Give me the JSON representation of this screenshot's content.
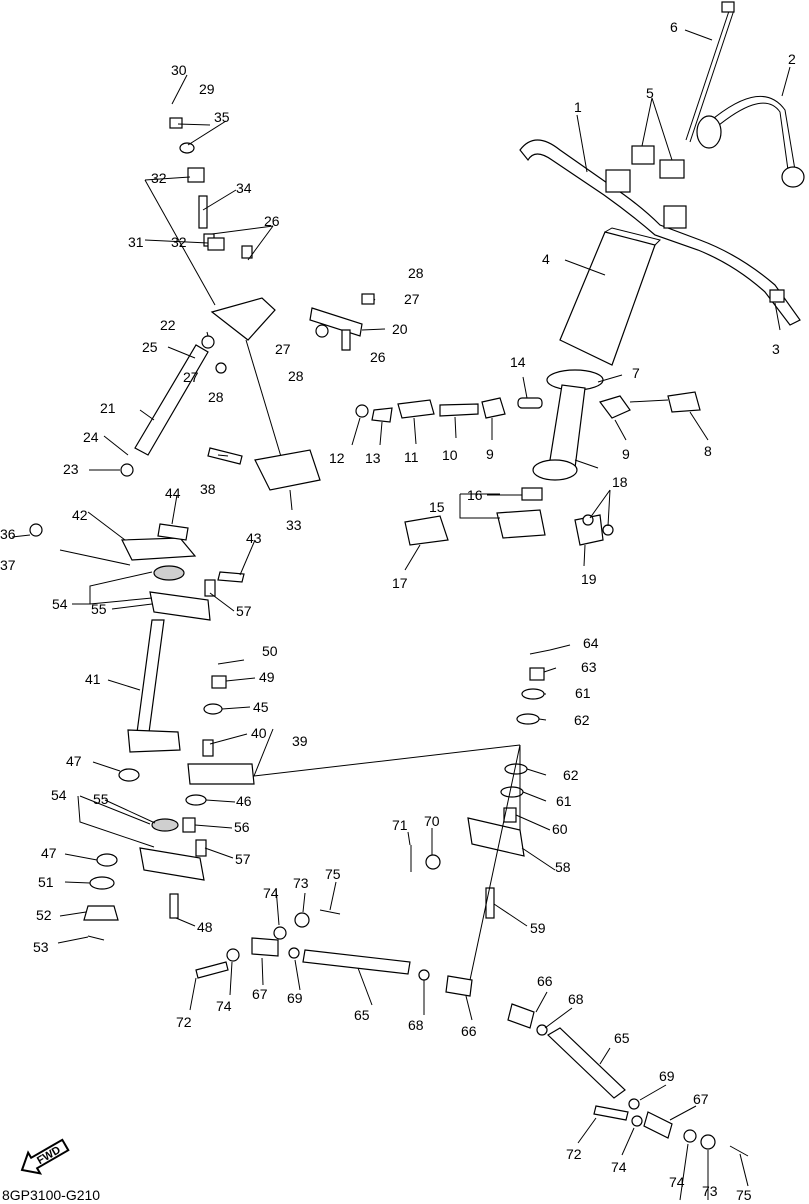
{
  "diagram": {
    "code": "8GP3100-G210",
    "fwd_label": "FWD",
    "labels": [
      {
        "id": "l1",
        "text": "1"
      },
      {
        "id": "l2",
        "text": "2"
      },
      {
        "id": "l3",
        "text": "3"
      },
      {
        "id": "l4",
        "text": "4"
      },
      {
        "id": "l5",
        "text": "5"
      },
      {
        "id": "l6",
        "text": "6"
      },
      {
        "id": "l7",
        "text": "7"
      },
      {
        "id": "l8",
        "text": "8"
      },
      {
        "id": "l9a",
        "text": "9"
      },
      {
        "id": "l9b",
        "text": "9"
      },
      {
        "id": "l10",
        "text": "10"
      },
      {
        "id": "l11",
        "text": "11"
      },
      {
        "id": "l12",
        "text": "12"
      },
      {
        "id": "l13",
        "text": "13"
      },
      {
        "id": "l14",
        "text": "14"
      },
      {
        "id": "l15",
        "text": "15"
      },
      {
        "id": "l16",
        "text": "16"
      },
      {
        "id": "l17",
        "text": "17"
      },
      {
        "id": "l18",
        "text": "18"
      },
      {
        "id": "l19",
        "text": "19"
      },
      {
        "id": "l20",
        "text": "20"
      },
      {
        "id": "l21",
        "text": "21"
      },
      {
        "id": "l22",
        "text": "22"
      },
      {
        "id": "l23",
        "text": "23"
      },
      {
        "id": "l24",
        "text": "24"
      },
      {
        "id": "l25",
        "text": "25"
      },
      {
        "id": "l26a",
        "text": "26"
      },
      {
        "id": "l26b",
        "text": "26"
      },
      {
        "id": "l27a",
        "text": "27"
      },
      {
        "id": "l27b",
        "text": "27"
      },
      {
        "id": "l27c",
        "text": "27"
      },
      {
        "id": "l28a",
        "text": "28"
      },
      {
        "id": "l28b",
        "text": "28"
      },
      {
        "id": "l28c",
        "text": "28"
      },
      {
        "id": "l29",
        "text": "29"
      },
      {
        "id": "l30",
        "text": "30"
      },
      {
        "id": "l31",
        "text": "31"
      },
      {
        "id": "l32a",
        "text": "32"
      },
      {
        "id": "l32b",
        "text": "32"
      },
      {
        "id": "l33",
        "text": "33"
      },
      {
        "id": "l34",
        "text": "34"
      },
      {
        "id": "l35",
        "text": "35"
      },
      {
        "id": "l36",
        "text": "36"
      },
      {
        "id": "l37",
        "text": "37"
      },
      {
        "id": "l38",
        "text": "38"
      },
      {
        "id": "l39",
        "text": "39"
      },
      {
        "id": "l40",
        "text": "40"
      },
      {
        "id": "l41",
        "text": "41"
      },
      {
        "id": "l42",
        "text": "42"
      },
      {
        "id": "l43",
        "text": "43"
      },
      {
        "id": "l44",
        "text": "44"
      },
      {
        "id": "l45",
        "text": "45"
      },
      {
        "id": "l46",
        "text": "46"
      },
      {
        "id": "l47a",
        "text": "47"
      },
      {
        "id": "l47b",
        "text": "47"
      },
      {
        "id": "l48",
        "text": "48"
      },
      {
        "id": "l49",
        "text": "49"
      },
      {
        "id": "l50",
        "text": "50"
      },
      {
        "id": "l51",
        "text": "51"
      },
      {
        "id": "l52",
        "text": "52"
      },
      {
        "id": "l53",
        "text": "53"
      },
      {
        "id": "l54a",
        "text": "54"
      },
      {
        "id": "l54b",
        "text": "54"
      },
      {
        "id": "l55a",
        "text": "55"
      },
      {
        "id": "l55b",
        "text": "55"
      },
      {
        "id": "l56",
        "text": "56"
      },
      {
        "id": "l57a",
        "text": "57"
      },
      {
        "id": "l57b",
        "text": "57"
      },
      {
        "id": "l58",
        "text": "58"
      },
      {
        "id": "l59",
        "text": "59"
      },
      {
        "id": "l60",
        "text": "60"
      },
      {
        "id": "l61a",
        "text": "61"
      },
      {
        "id": "l61b",
        "text": "61"
      },
      {
        "id": "l62a",
        "text": "62"
      },
      {
        "id": "l62b",
        "text": "62"
      },
      {
        "id": "l63",
        "text": "63"
      },
      {
        "id": "l64",
        "text": "64"
      },
      {
        "id": "l65a",
        "text": "65"
      },
      {
        "id": "l65b",
        "text": "65"
      },
      {
        "id": "l66a",
        "text": "66"
      },
      {
        "id": "l66b",
        "text": "66"
      },
      {
        "id": "l67a",
        "text": "67"
      },
      {
        "id": "l67b",
        "text": "67"
      },
      {
        "id": "l68a",
        "text": "68"
      },
      {
        "id": "l68b",
        "text": "68"
      },
      {
        "id": "l69a",
        "text": "69"
      },
      {
        "id": "l69b",
        "text": "69"
      },
      {
        "id": "l70",
        "text": "70"
      },
      {
        "id": "l71",
        "text": "71"
      },
      {
        "id": "l72a",
        "text": "72"
      },
      {
        "id": "l72b",
        "text": "72"
      },
      {
        "id": "l73a",
        "text": "73"
      },
      {
        "id": "l73b",
        "text": "73"
      },
      {
        "id": "l74a",
        "text": "74"
      },
      {
        "id": "l74b",
        "text": "74"
      },
      {
        "id": "l74c",
        "text": "74"
      },
      {
        "id": "l74d",
        "text": "74"
      },
      {
        "id": "l75a",
        "text": "75"
      },
      {
        "id": "l75b",
        "text": "75"
      }
    ]
  }
}
